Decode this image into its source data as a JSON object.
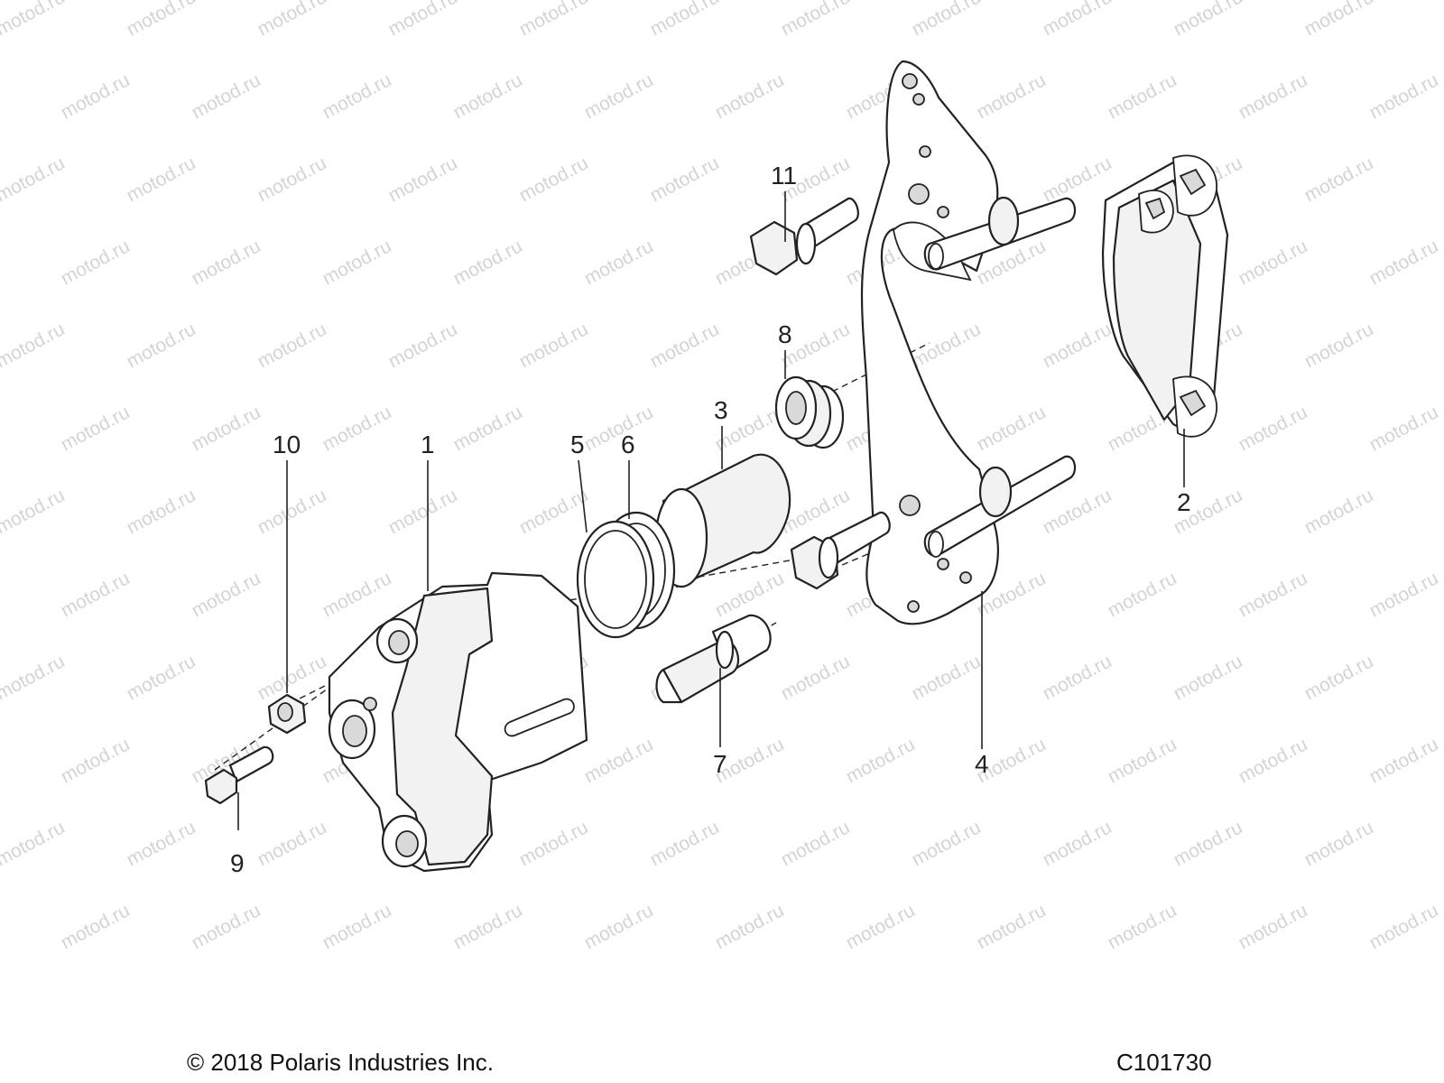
{
  "watermark": {
    "text": "motod.ru"
  },
  "callouts": {
    "c1": "1",
    "c2": "2",
    "c3": "3",
    "c4": "4",
    "c5": "5",
    "c6": "6",
    "c7": "7",
    "c8": "8",
    "c9": "9",
    "c10": "10",
    "c11": "11"
  },
  "footer": {
    "copyright": "© 2018 Polaris Industries Inc.",
    "drawing_id": "C101730"
  }
}
